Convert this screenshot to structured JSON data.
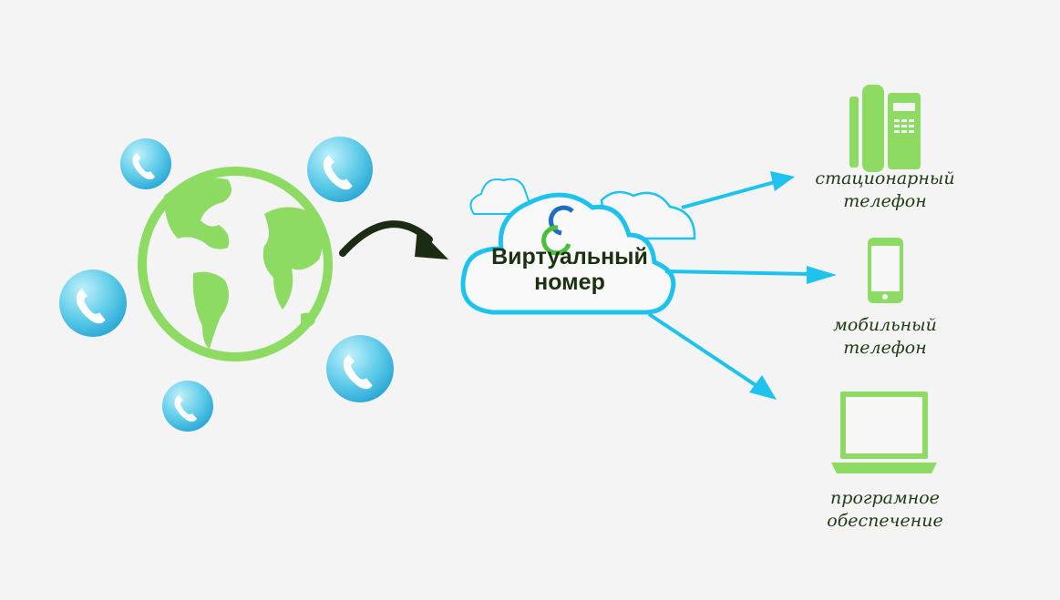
{
  "center": {
    "line1": "Виртуальный",
    "line2": "номер"
  },
  "targets": [
    {
      "icon": "desk-phone-icon",
      "line1": "стационарный",
      "line2": "телефон"
    },
    {
      "icon": "mobile-phone-icon",
      "line1": "мобильный",
      "line2": "телефон"
    },
    {
      "icon": "laptop-icon",
      "line1": "програмное",
      "line2": "обеспечение"
    }
  ],
  "colors": {
    "green": "#8edb64",
    "cyan": "#1ec2ee",
    "text": "#1f3a14",
    "arrow": "#1c2c14"
  }
}
